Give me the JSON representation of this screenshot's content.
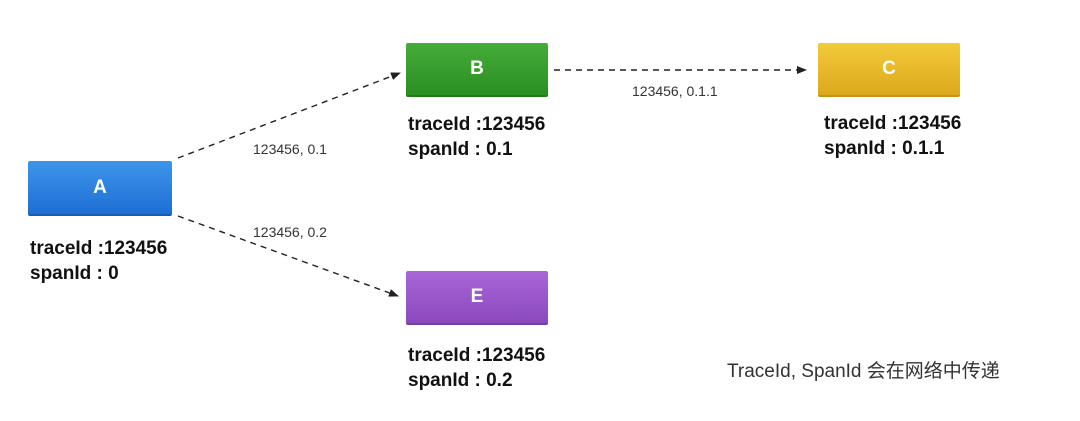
{
  "nodes": [
    {
      "id": "A",
      "label": "A",
      "trace_line": "traceId :123456",
      "span_line": "spanId : 0",
      "color": "#2a80e0"
    },
    {
      "id": "B",
      "label": "B",
      "trace_line": "traceId :123456",
      "span_line": "spanId : 0.1",
      "color": "#37a02d"
    },
    {
      "id": "C",
      "label": "C",
      "trace_line": "traceId :123456",
      "span_line": "spanId : 0.1.1",
      "color": "#e8ba2a"
    },
    {
      "id": "E",
      "label": "E",
      "trace_line": "traceId :123456",
      "span_line": "spanId : 0.2",
      "color": "#9a58cc"
    }
  ],
  "edges": [
    {
      "from": "A",
      "to": "B",
      "label": "123456, 0.1"
    },
    {
      "from": "A",
      "to": "E",
      "label": "123456, 0.2"
    },
    {
      "from": "B",
      "to": "C",
      "label": "123456, 0.1.1"
    }
  ],
  "caption": "TraceId, SpanId 会在网络中传递"
}
